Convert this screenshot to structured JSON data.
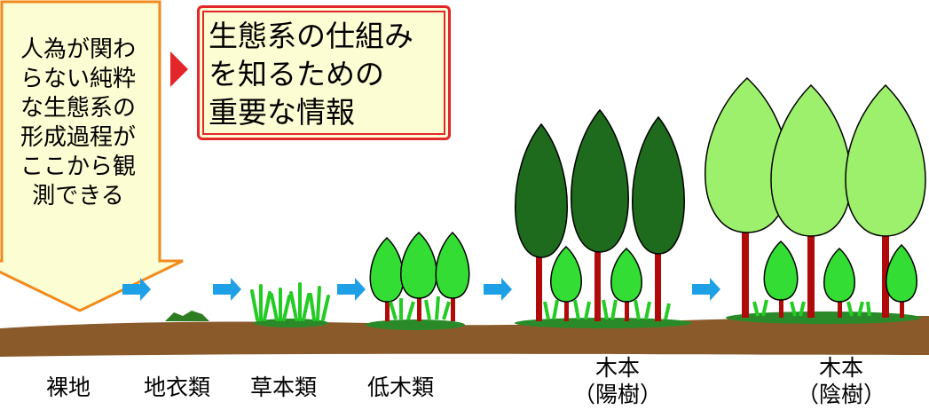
{
  "callout": {
    "lines": [
      "人為が関わ",
      "らない純粋",
      "な生態系の",
      "形成過程が",
      "ここから観",
      "測できる"
    ],
    "fill_color": "#fdfdd3",
    "border_color": "#f08a1c"
  },
  "info_box": {
    "lines": [
      "生態系の仕組み",
      "を知るための",
      "重要な情報"
    ],
    "fill_color": "#fdfdd3",
    "border_color": "#e3262a"
  },
  "stages": [
    {
      "id": "bare-ground",
      "lines": [
        "裸地"
      ]
    },
    {
      "id": "lichens",
      "lines": [
        "地衣類"
      ]
    },
    {
      "id": "herbs",
      "lines": [
        "草本類"
      ]
    },
    {
      "id": "shrubs",
      "lines": [
        "低木類"
      ]
    },
    {
      "id": "sun-trees",
      "lines": [
        "木本",
        "（陽樹）"
      ]
    },
    {
      "id": "shade-trees",
      "lines": [
        "木本",
        "（陰樹）"
      ]
    }
  ],
  "colors": {
    "ground": "#8b5a2b",
    "grass": "#22cc22",
    "dark_tree": "#1e6b1e",
    "light_tree": "#9cf06c",
    "shrub": "#33dd33",
    "trunk": "#b00a0a",
    "arrow": "#1ea0e6",
    "red_pointer": "#e3262a"
  }
}
